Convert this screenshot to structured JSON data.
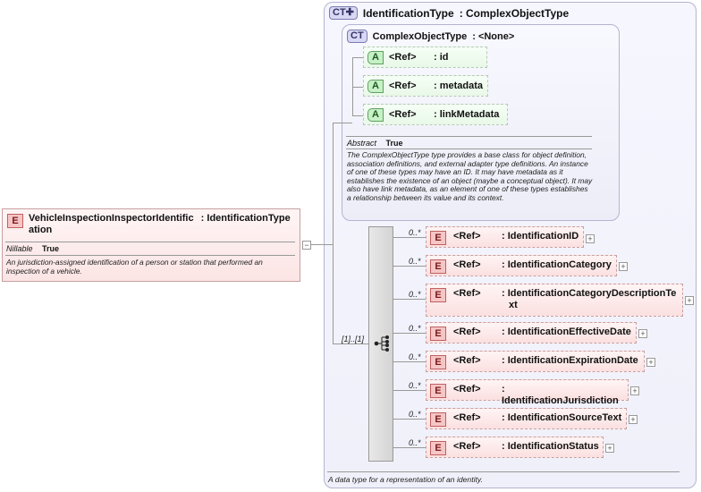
{
  "complex_type": {
    "badge": "CT✚",
    "name": "IdentificationType",
    "base": ": ComplexObjectType",
    "description": "A data type for a representation of an identity."
  },
  "base_type": {
    "badge": "CT",
    "name": "ComplexObjectType",
    "base": ": <None>",
    "attributes": [
      {
        "badge": "A",
        "ref": "<Ref>",
        "type": ": id"
      },
      {
        "badge": "A",
        "ref": "<Ref>",
        "type": ": metadata"
      },
      {
        "badge": "A",
        "ref": "<Ref>",
        "type": ": linkMetadata"
      }
    ],
    "abstract_label": "Abstract",
    "abstract_value": "True",
    "description": "The ComplexObjectType type provides a base class for object definition, association definitions, and external adapter type definitions. An instance of one of these types may have an ID. It may have metadata as it establishes the existence of an object (maybe a conceptual object). It may also have link metadata, as an element of one of these types establishes a relationship between its value and its context."
  },
  "root_element": {
    "badge": "E",
    "name": "VehicleInspectionInspectorIdentific",
    "type_line1": ": IdentificationType",
    "type_line2": "ation",
    "nillable_label": "Nillable",
    "nillable_value": "True",
    "description": "An jurisdiction-assigned identification of a person or station that performed an inspection of a vehicle."
  },
  "sequence": {
    "multiplicity": "[1]..[1]",
    "collapse_symbol": "−"
  },
  "elements": [
    {
      "mult": "0..*",
      "badge": "E",
      "ref": "<Ref>",
      "type": ": IdentificationID"
    },
    {
      "mult": "0..*",
      "badge": "E",
      "ref": "<Ref>",
      "type": ": IdentificationCategory"
    },
    {
      "mult": "0..*",
      "badge": "E",
      "ref": "<Ref>",
      "type": ": IdentificationCategoryDescriptionTe",
      "type2": "xt"
    },
    {
      "mult": "0..*",
      "badge": "E",
      "ref": "<Ref>",
      "type": ": IdentificationEffectiveDate"
    },
    {
      "mult": "0..*",
      "badge": "E",
      "ref": "<Ref>",
      "type": ": IdentificationExpirationDate"
    },
    {
      "mult": "0..*",
      "badge": "E",
      "ref": "<Ref>",
      "type": ": IdentificationJurisdiction"
    },
    {
      "mult": "0..*",
      "badge": "E",
      "ref": "<Ref>",
      "type": ": IdentificationSourceText"
    },
    {
      "mult": "0..*",
      "badge": "E",
      "ref": "<Ref>",
      "type": ": IdentificationStatus"
    }
  ],
  "expand_symbol": "+"
}
